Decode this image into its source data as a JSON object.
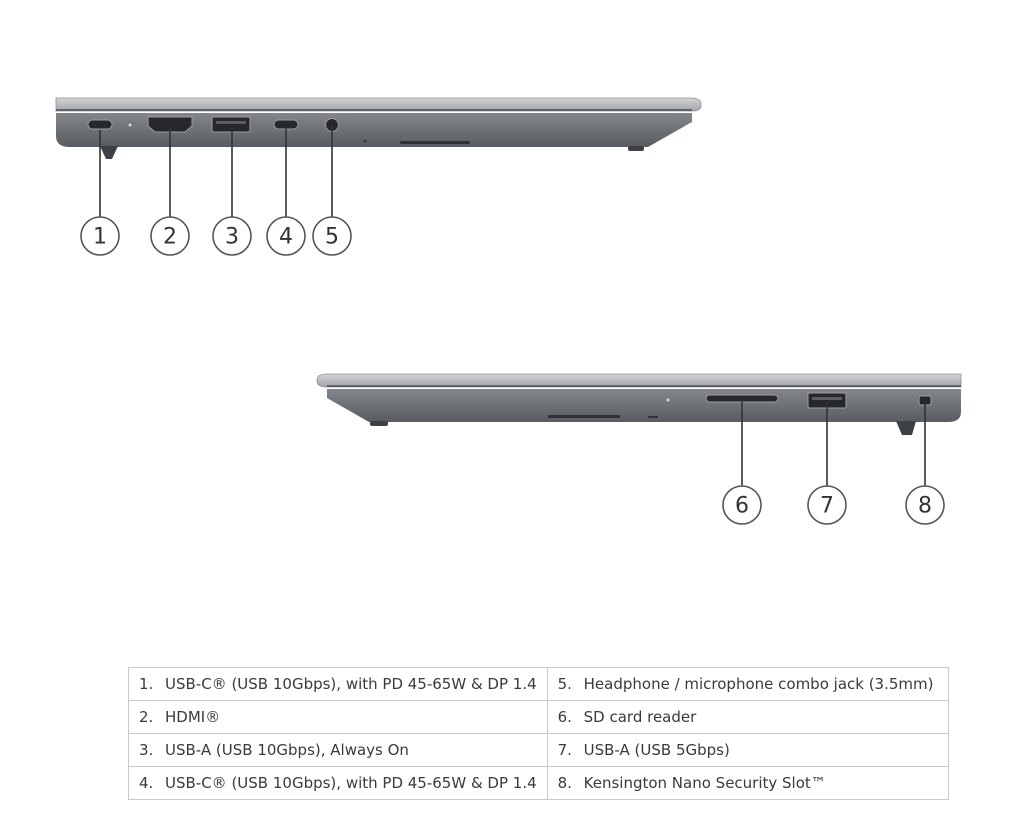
{
  "callouts": {
    "c1": "1",
    "c2": "2",
    "c3": "3",
    "c4": "4",
    "c5": "5",
    "c6": "6",
    "c7": "7",
    "c8": "8"
  },
  "ports_table": {
    "rows": [
      {
        "left_num": "1.",
        "left": "USB-C® (USB 10Gbps), with PD 45-65W & DP 1.4",
        "right_num": "5.",
        "right": "Headphone / microphone combo jack (3.5mm)"
      },
      {
        "left_num": "2.",
        "left": "HDMI®",
        "right_num": "6.",
        "right": "SD card reader"
      },
      {
        "left_num": "3.",
        "left": "USB-A (USB 10Gbps), Always On",
        "right_num": "7.",
        "right": "USB-A (USB 5Gbps)"
      },
      {
        "left_num": "4.",
        "left": "USB-C® (USB 10Gbps), with PD 45-65W & DP 1.4",
        "right_num": "8.",
        "right": "Kensington Nano Security Slot™"
      }
    ]
  },
  "colors": {
    "chassis": "#6b6f74",
    "chassis_light": "#9a9ea3",
    "lid": "#b5b8bc",
    "port": "#2a2c2f"
  }
}
